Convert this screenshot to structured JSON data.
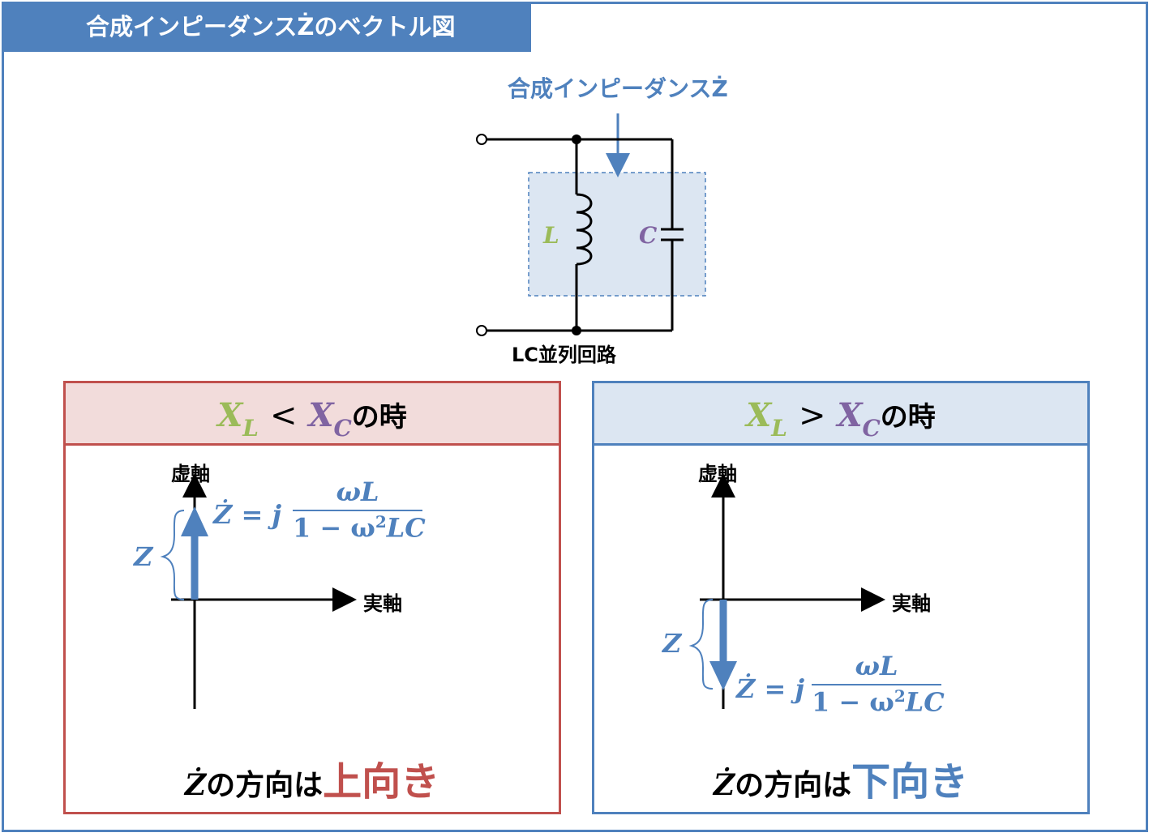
{
  "title": "合成インピーダンスŻのベクトル図",
  "circuit": {
    "impedance_label": "合成インピーダンスŻ",
    "inductor_label": "L",
    "capacitor_label": "C",
    "caption": "LC並列回路"
  },
  "panels": [
    {
      "cond_xl": "X",
      "cond_xl_sub": "L",
      "cond_op": "<",
      "cond_xc": "X",
      "cond_xc_sub": "C",
      "cond_suffix": "の時",
      "imag_axis": "虚軸",
      "real_axis": "実軸",
      "z_label": "Z",
      "eq_lhs": "Ż = j",
      "eq_num": "ωL",
      "eq_den_1": "1 − ω",
      "eq_den_exp": "2",
      "eq_den_2": "LC",
      "bottom_prefix_z": "Ż",
      "bottom_prefix": "の方向は",
      "bottom_emph": "上向き",
      "color": "#c0504d"
    },
    {
      "cond_xl": "X",
      "cond_xl_sub": "L",
      "cond_op": ">",
      "cond_xc": "X",
      "cond_xc_sub": "C",
      "cond_suffix": "の時",
      "imag_axis": "虚軸",
      "real_axis": "実軸",
      "z_label": "Z",
      "eq_lhs": "Ż = j",
      "eq_num": "ωL",
      "eq_den_1": "1 − ω",
      "eq_den_exp": "2",
      "eq_den_2": "LC",
      "bottom_prefix_z": "Ż",
      "bottom_prefix": "の方向は",
      "bottom_emph": "下向き",
      "color": "#4f81bd"
    }
  ],
  "colors": {
    "frame_blue": "#4f81bd",
    "red": "#c0504d",
    "green": "#9bbb59",
    "purple": "#8064a2",
    "box_fill": "#dce6f2"
  }
}
